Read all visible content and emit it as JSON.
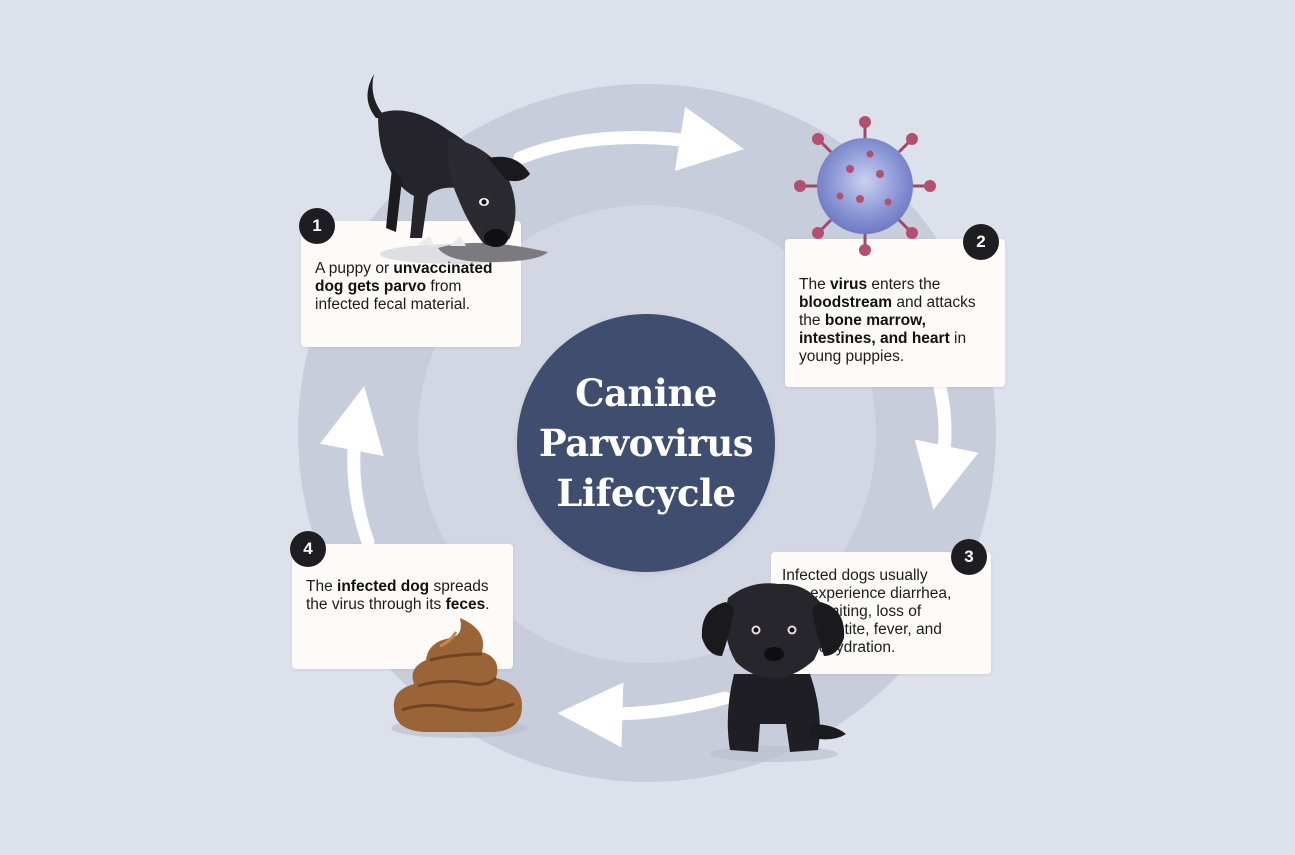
{
  "title": {
    "line1": "Canine",
    "line2": "Parvovirus",
    "line3": "Lifecycle"
  },
  "steps": [
    {
      "number": "1",
      "segments": [
        {
          "text": "A puppy or ",
          "bold": false
        },
        {
          "text": "unvaccinated dog gets parvo",
          "bold": true
        },
        {
          "text": " from infected fecal material.",
          "bold": false
        }
      ]
    },
    {
      "number": "2",
      "segments": [
        {
          "text": "The ",
          "bold": false
        },
        {
          "text": "virus",
          "bold": true
        },
        {
          "text": " enters the ",
          "bold": false
        },
        {
          "text": "bloodstream",
          "bold": true
        },
        {
          "text": " and attacks the ",
          "bold": false
        },
        {
          "text": "bone marrow, intestines, and heart",
          "bold": true
        },
        {
          "text": " in young puppies.",
          "bold": false
        }
      ]
    },
    {
      "number": "3",
      "segments": [
        {
          "text": "Infected dogs usually experience diarrhea, vomiting, loss of appetite, fever, and dehydration.",
          "bold": false
        }
      ]
    },
    {
      "number": "4",
      "segments": [
        {
          "text": "The ",
          "bold": false
        },
        {
          "text": "infected dog",
          "bold": true
        },
        {
          "text": " spreads the virus through its ",
          "bold": false
        },
        {
          "text": "feces",
          "bold": true
        },
        {
          "text": ".",
          "bold": false
        }
      ]
    }
  ],
  "colors": {
    "background": "#dde1ec",
    "ring": "#c8cddc",
    "center_circle": "#3f4d6e",
    "badge": "#1e1e22",
    "card": "#fdfaf8",
    "arrow": "#ffffff"
  },
  "icons": {
    "step1": "sniffing-dog-icon",
    "step2": "virus-icon",
    "step3": "sitting-puppy-icon",
    "step4": "feces-icon"
  }
}
